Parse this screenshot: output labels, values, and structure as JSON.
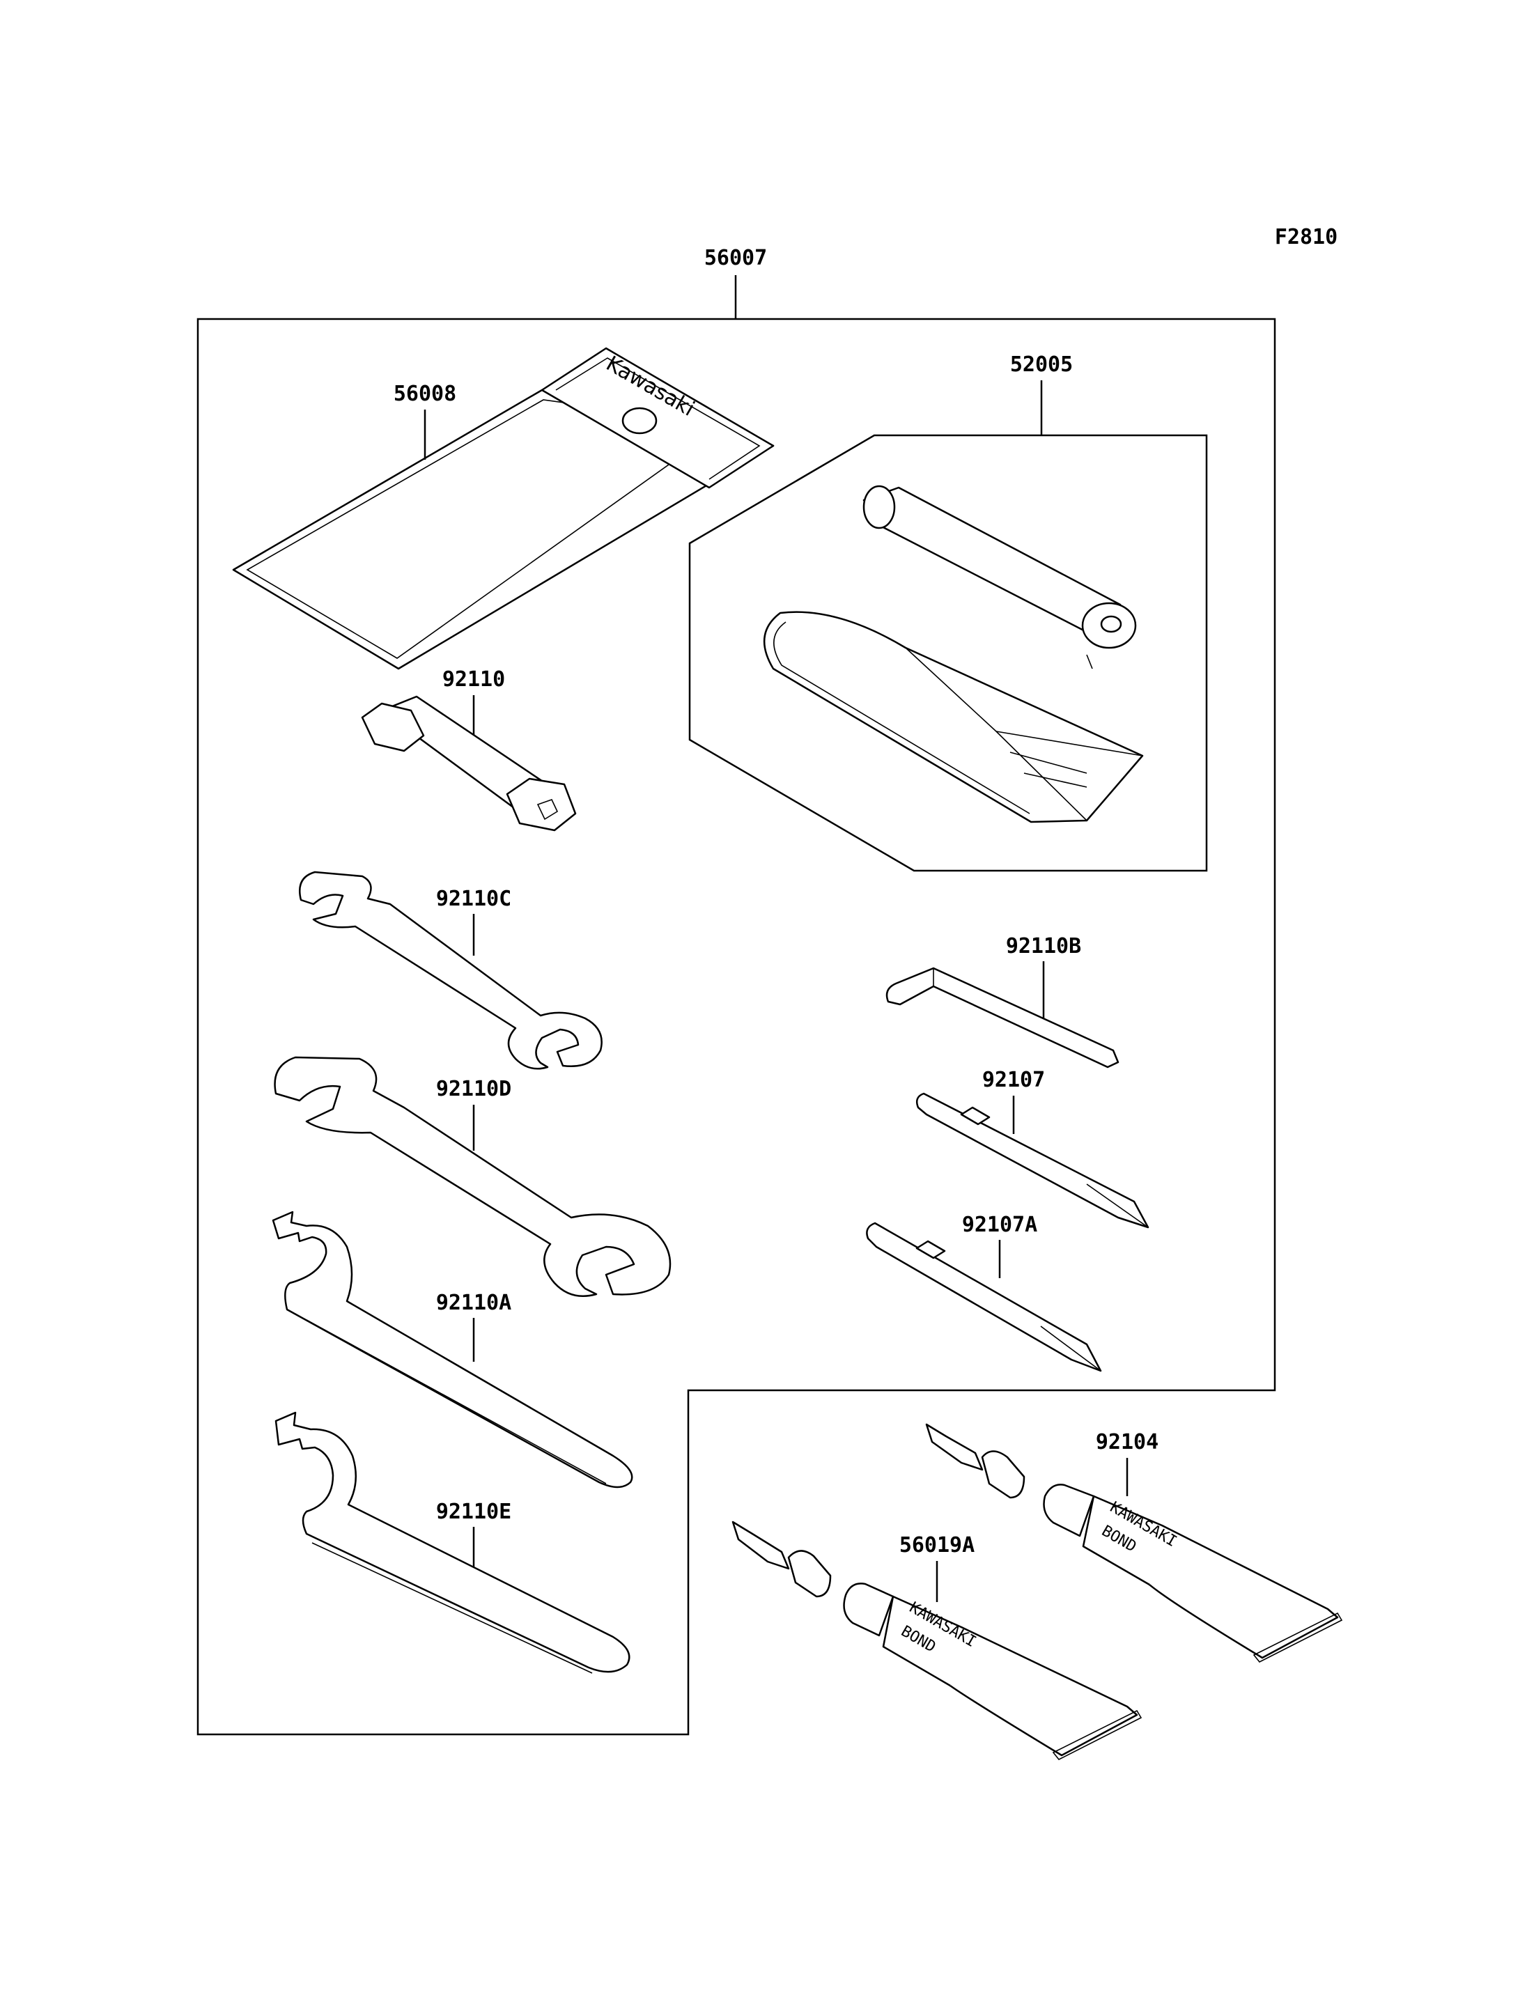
{
  "figure_code": "F2810",
  "brand_text": "Kawasaki",
  "tube_text": {
    "line1": "KAWASAKI",
    "line2": "BOND"
  },
  "parts": {
    "tool_kit": "56007",
    "tool_case": "56008",
    "air_pump_kit": "52005",
    "plug_wrench": "92110",
    "wrench_c": "92110C",
    "wrench_d": "92110D",
    "spanner_a": "92110A",
    "spanner_e": "92110E",
    "hex_key": "92110B",
    "screwdriver": "92107",
    "screwdriver_a": "92107A",
    "bond_92104": "92104",
    "bond_56019a": "56019A"
  }
}
